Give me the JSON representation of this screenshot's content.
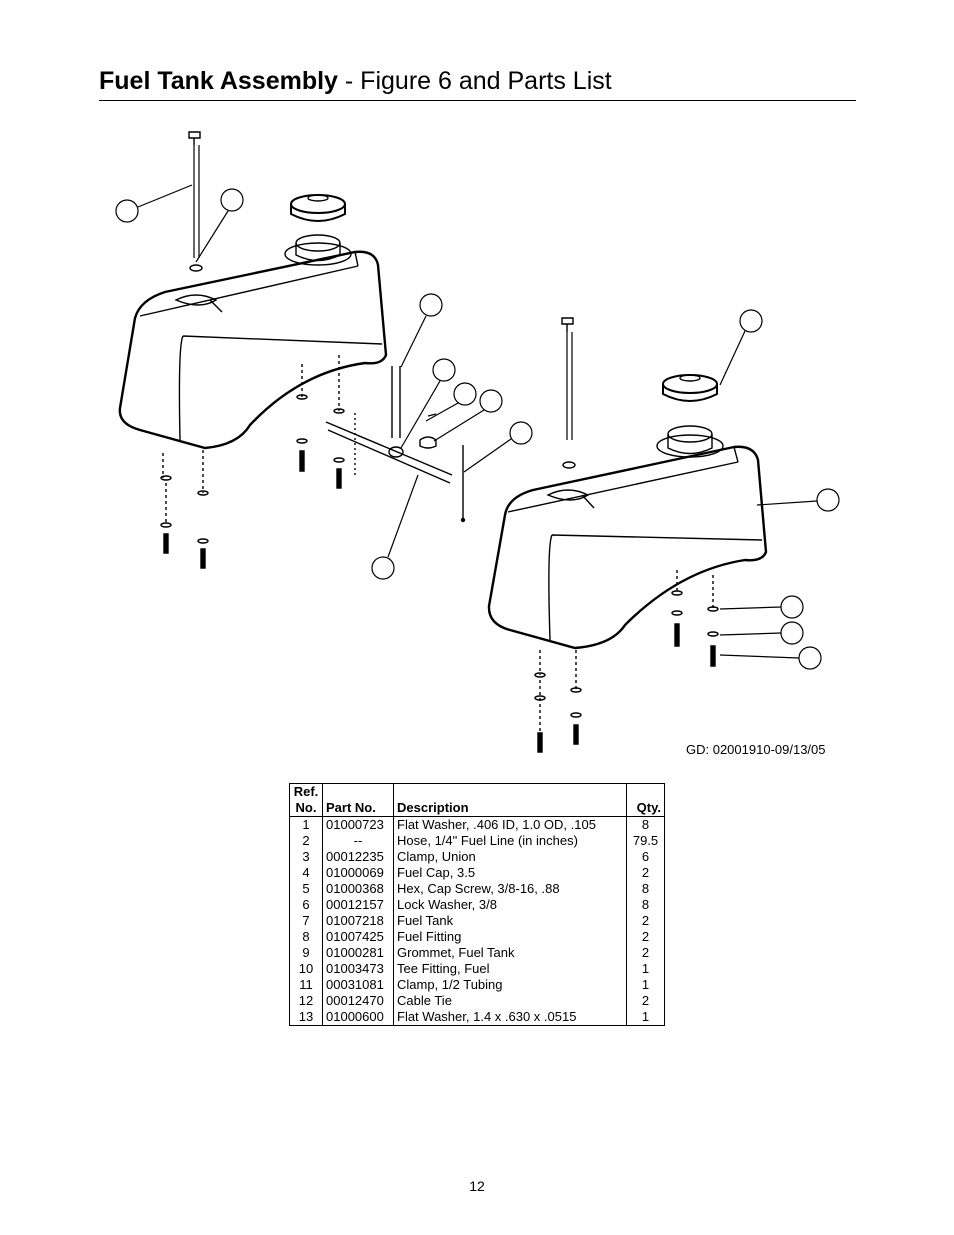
{
  "title": {
    "bold": "Fuel Tank Assembly",
    "rest": " - Figure 6 and Parts List"
  },
  "figure_id": "GD: 02001910-09/13/05",
  "table": {
    "headers": {
      "ref_line1": "Ref.",
      "ref_line2": "No.",
      "part": "Part No.",
      "desc": "Description",
      "qty": "Qty."
    },
    "rows": [
      {
        "ref": "1",
        "part": "01000723",
        "desc": "Flat Washer, .406 ID, 1.0 OD, .105",
        "qty": "8"
      },
      {
        "ref": "2",
        "part": "--",
        "desc": "Hose, 1/4\" Fuel Line (in inches)",
        "qty": "79.5"
      },
      {
        "ref": "3",
        "part": "00012235",
        "desc": "Clamp, Union",
        "qty": "6"
      },
      {
        "ref": "4",
        "part": "01000069",
        "desc": "Fuel Cap, 3.5",
        "qty": "2"
      },
      {
        "ref": "5",
        "part": "01000368",
        "desc": "Hex, Cap Screw, 3/8-16, .88",
        "qty": "8"
      },
      {
        "ref": "6",
        "part": "00012157",
        "desc": "Lock Washer, 3/8",
        "qty": "8"
      },
      {
        "ref": "7",
        "part": "01007218",
        "desc": "Fuel Tank",
        "qty": "2"
      },
      {
        "ref": "8",
        "part": "01007425",
        "desc": "Fuel Fitting",
        "qty": "2"
      },
      {
        "ref": "9",
        "part": "01000281",
        "desc": "Grommet, Fuel Tank",
        "qty": "2"
      },
      {
        "ref": "10",
        "part": "01003473",
        "desc": "Tee Fitting, Fuel",
        "qty": "1"
      },
      {
        "ref": "11",
        "part": "00031081",
        "desc": "Clamp, 1/2 Tubing",
        "qty": "1"
      },
      {
        "ref": "12",
        "part": "00012470",
        "desc": "Cable Tie",
        "qty": "2"
      },
      {
        "ref": "13",
        "part": "01000600",
        "desc": "Flat Washer, 1.4 x .630 x .0515",
        "qty": "1"
      }
    ]
  },
  "page_number": "12"
}
